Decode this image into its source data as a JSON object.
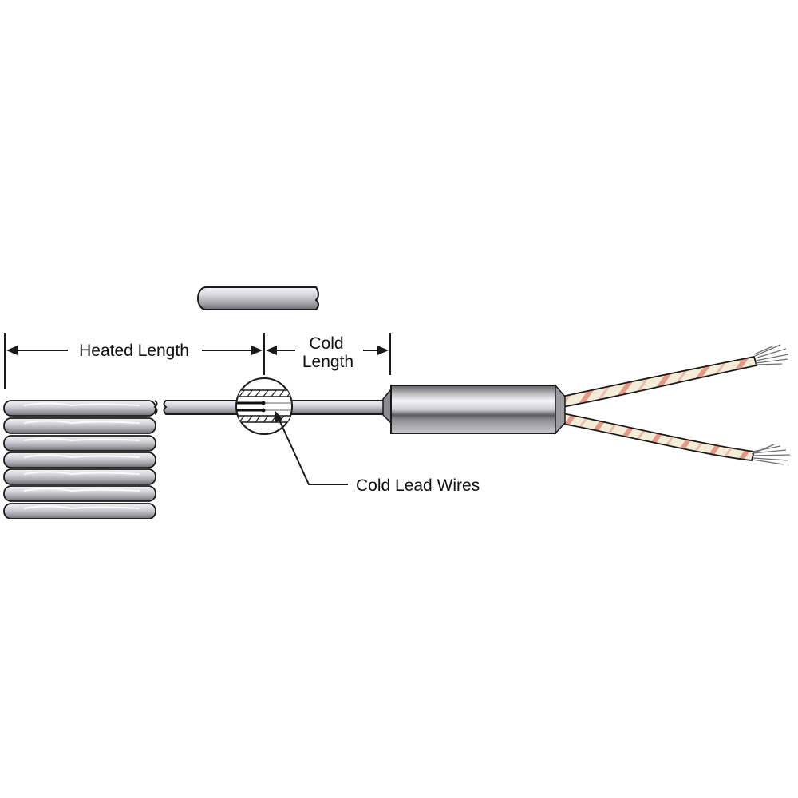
{
  "labels": {
    "heated_length": "Heated Length",
    "cold_length_line1": "Cold",
    "cold_length_line2": "Length",
    "cold_lead_wires": "Cold Lead Wires"
  },
  "colors": {
    "sheath_light": "#e9e9ec",
    "sheath_mid": "#a9a9ae",
    "sheath_dark": "#6b6b70",
    "outline": "#1a1a1a",
    "wire_insulation": "#f3ecd6",
    "wire_stripe": "#e07a6a",
    "wire_strands": "#7d7d82"
  },
  "icons": {
    "coil": "heater-coil-icon",
    "cutaway": "cutaway-magnifier-icon",
    "sleeve": "termination-sleeve-icon",
    "leads": "lead-wire-icon"
  }
}
